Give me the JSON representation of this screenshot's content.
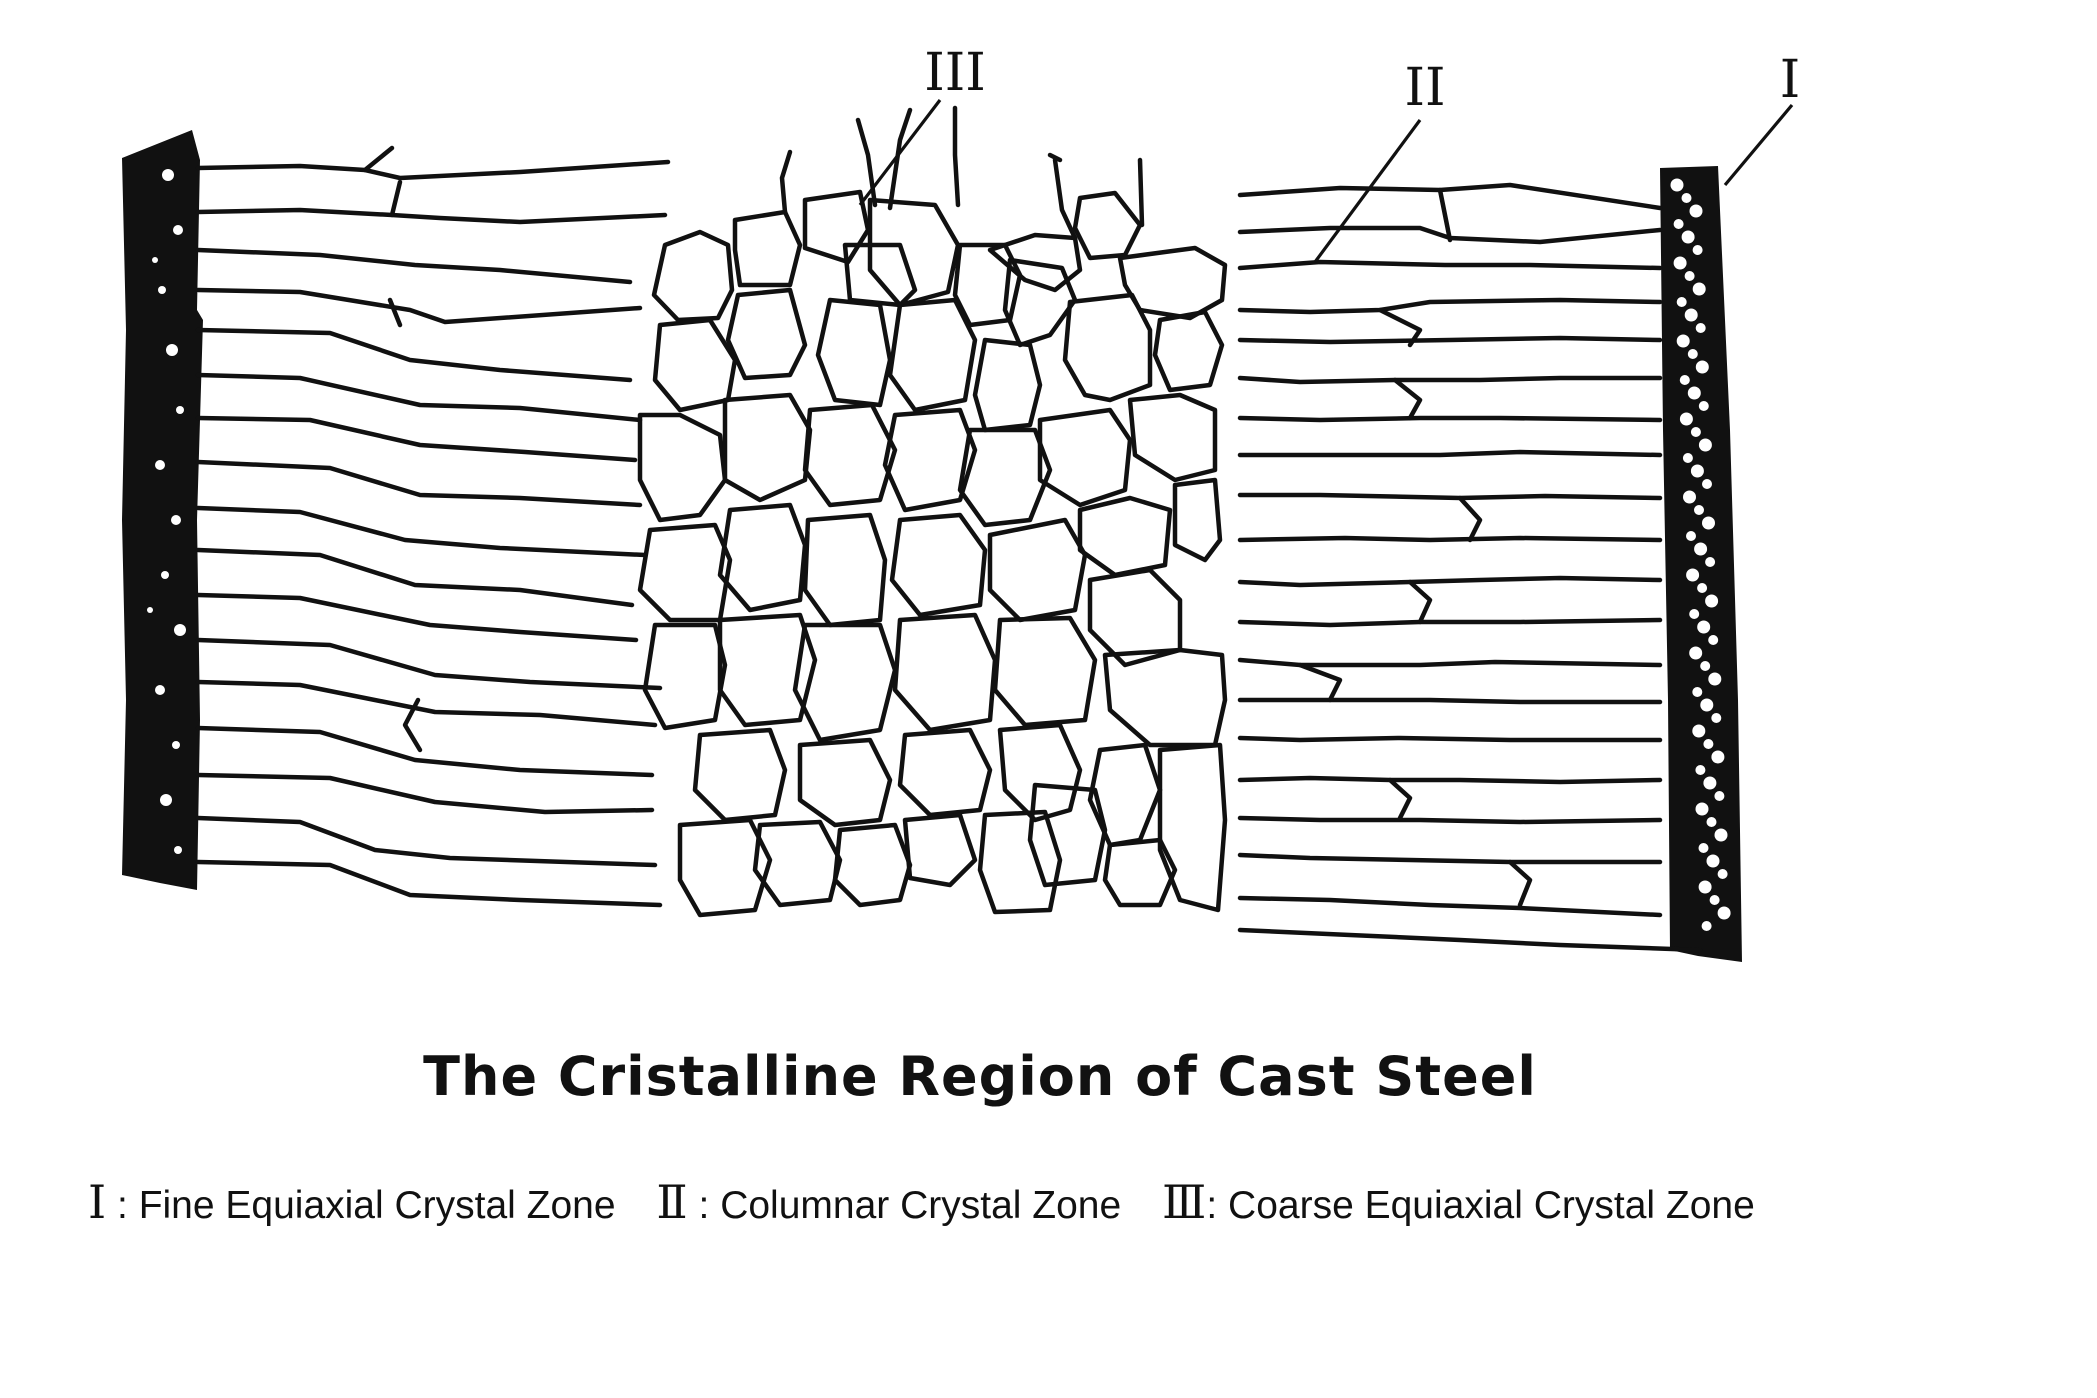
{
  "diagram": {
    "labels": {
      "zone1": "I",
      "zone2": "II",
      "zone3": "III"
    },
    "title": "The Cristalline Region of Cast Steel",
    "legend": [
      {
        "numeral": "Ⅰ",
        "sep": " : ",
        "text": "Fine Equiaxial Crystal Zone"
      },
      {
        "numeral": "Ⅱ",
        "sep": " :  ",
        "text": "Columnar Crystal Zone"
      },
      {
        "numeral": "Ⅲ",
        "sep": ": ",
        "text": "Coarse Equiaxial Crystal Zone"
      }
    ],
    "colors": {
      "ink": "#111111",
      "background": "#ffffff"
    }
  }
}
